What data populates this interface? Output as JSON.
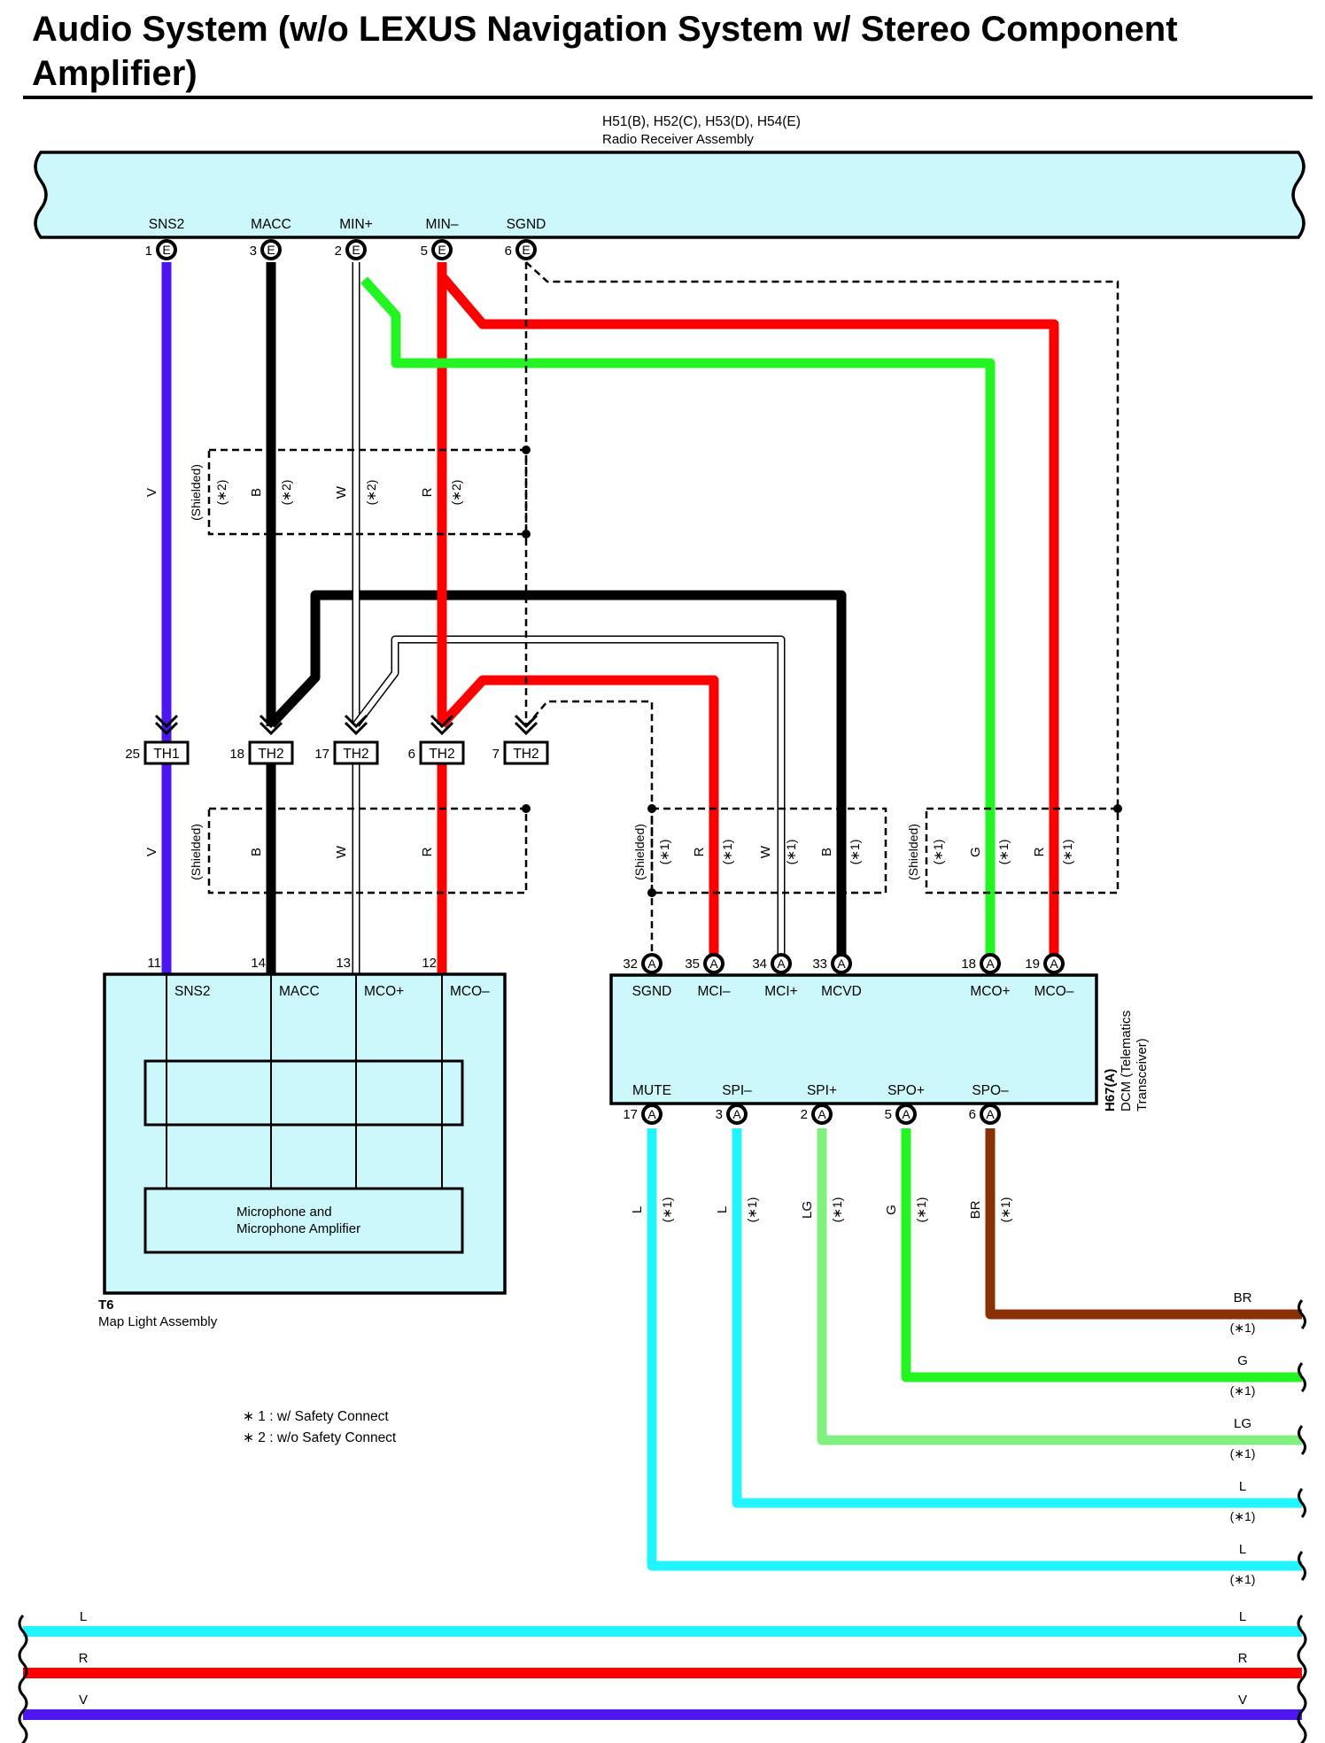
{
  "title": "Audio System (w/o LEXUS Navigation System w/ Stereo Component Amplifier)",
  "colors": {
    "V": "#4b16f0",
    "B": "#000000",
    "W": "#ffffff",
    "R": "#ff0000",
    "G": "#22f522",
    "L": "#22f5ff",
    "LG": "#80f080",
    "BR": "#8b3003",
    "box": "#ccf7fb"
  },
  "radio": {
    "connectors": "H51(B), H52(C), H53(D), H54(E)",
    "name": "Radio Receiver Assembly",
    "terminals": [
      {
        "label": "SNS2",
        "pin": "1",
        "conn": "E"
      },
      {
        "label": "MACC",
        "pin": "3",
        "conn": "E"
      },
      {
        "label": "MIN+",
        "pin": "2",
        "conn": "E"
      },
      {
        "label": "MIN–",
        "pin": "5",
        "conn": "E"
      },
      {
        "label": "SGND",
        "pin": "6",
        "conn": "E"
      }
    ]
  },
  "upper_shield": {
    "shielded": "(Shielded)",
    "note": "(∗2)",
    "wires": [
      {
        "color_code": "V"
      },
      {
        "color_code": "B",
        "note": "(∗2)"
      },
      {
        "color_code": "W",
        "note": "(∗2)"
      },
      {
        "color_code": "R",
        "note": "(∗2)"
      }
    ]
  },
  "junctions": [
    {
      "pin": "25",
      "name": "TH1"
    },
    {
      "pin": "18",
      "name": "TH2"
    },
    {
      "pin": "17",
      "name": "TH2"
    },
    {
      "pin": "6",
      "name": "TH2"
    },
    {
      "pin": "7",
      "name": "TH2"
    }
  ],
  "lower_shield_left": {
    "shielded": "(Shielded)",
    "wires": [
      {
        "color_code": "V"
      },
      {
        "color_code": "B"
      },
      {
        "color_code": "W"
      },
      {
        "color_code": "R"
      }
    ]
  },
  "lower_shield_mid": {
    "shielded": "(Shielded)",
    "note": "(∗1)",
    "wires": [
      {
        "color_code": "R",
        "note": "(∗1)"
      },
      {
        "color_code": "W",
        "note": "(∗1)"
      },
      {
        "color_code": "B",
        "note": "(∗1)"
      }
    ]
  },
  "lower_shield_right": {
    "shielded": "(Shielded)",
    "note": "(∗1)",
    "wires": [
      {
        "color_code": "G",
        "note": "(∗1)"
      },
      {
        "color_code": "R",
        "note": "(∗1)"
      }
    ]
  },
  "map_light": {
    "id": "T6",
    "name": "Map Light Assembly",
    "terminals": [
      {
        "pin": "11",
        "label": "SNS2"
      },
      {
        "pin": "14",
        "label": "MACC"
      },
      {
        "pin": "13",
        "label": "MCO+"
      },
      {
        "pin": "12",
        "label": "MCO–"
      }
    ],
    "mic_line1": "Microphone and",
    "mic_line2": "Microphone Amplifier"
  },
  "dcm": {
    "id": "H67(A)",
    "name_line1": "DCM (Telematics",
    "name_line2": "Transceiver)",
    "top_terminals": [
      {
        "pin": "32",
        "label": "SGND",
        "conn": "A"
      },
      {
        "pin": "35",
        "label": "MCI–",
        "conn": "A"
      },
      {
        "pin": "34",
        "label": "MCI+",
        "conn": "A"
      },
      {
        "pin": "33",
        "label": "MCVD",
        "conn": "A"
      },
      {
        "pin": "18",
        "label": "MCO+",
        "conn": "A"
      },
      {
        "pin": "19",
        "label": "MCO–",
        "conn": "A"
      }
    ],
    "bottom_terminals": [
      {
        "pin": "17",
        "label": "MUTE",
        "conn": "A",
        "color_code": "L",
        "note": "(∗1)"
      },
      {
        "pin": "3",
        "label": "SPI–",
        "conn": "A",
        "color_code": "L",
        "note": "(∗1)"
      },
      {
        "pin": "2",
        "label": "SPI+",
        "conn": "A",
        "color_code": "LG",
        "note": "(∗1)"
      },
      {
        "pin": "5",
        "label": "SPO+",
        "conn": "A",
        "color_code": "G",
        "note": "(∗1)"
      },
      {
        "pin": "6",
        "label": "SPO–",
        "conn": "A",
        "color_code": "BR",
        "note": "(∗1)"
      }
    ]
  },
  "right_wires": [
    {
      "color_code": "BR",
      "note": "(∗1)"
    },
    {
      "color_code": "G",
      "note": "(∗1)"
    },
    {
      "color_code": "LG",
      "note": "(∗1)"
    },
    {
      "color_code": "L",
      "note": "(∗1)"
    },
    {
      "color_code": "L",
      "note": "(∗1)"
    }
  ],
  "bottom_wires": [
    {
      "color_code": "L"
    },
    {
      "color_code": "R"
    },
    {
      "color_code": "V"
    }
  ],
  "footnotes": [
    "∗ 1 : w/ Safety Connect",
    "∗ 2 : w/o Safety Connect"
  ]
}
